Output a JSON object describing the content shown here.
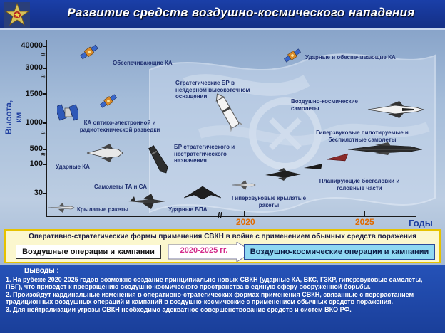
{
  "header": {
    "title": "Развитие средств воздушно-космического нападения",
    "emblem_icon": "star-emblem-icon"
  },
  "axes": {
    "y_label": "Высота, км",
    "y_ticks": [
      "40000",
      "3000",
      "1500",
      "1000",
      "500",
      "100",
      "30"
    ],
    "x_ticks": [
      "2020",
      "2025"
    ],
    "x_label": "Годы"
  },
  "categories": {
    "support_sc": "Обеспечивающие КА",
    "strike_support_sc": "Ударные и обеспечивающие КА",
    "strategic_br": "Стратегические БР в неядерном высокоточном оснащении",
    "aerospace_planes": "Воздушно-космические самолеты",
    "recon_sc": "КА оптико-электронной и радиотехнической разведки",
    "hypersonic_manned": "Гиперзвуковые пилотируемые и беспилотные самолеты",
    "strategic_warheads": "БР стратегического и нестратегического назначения",
    "strike_sc": "Ударные КА",
    "gliding": "Планирующие боеголовки и головные части",
    "ta_sa": "Самолеты ТА и СА",
    "hypersonic_cruise": "Гиперзвуковые крылатые ракеты",
    "strike_uav": "Ударные БПА",
    "cruise_missiles": "Крылатые ракеты"
  },
  "forms": {
    "title": "Оперативно-стратегические формы применения СВКН в войне с применением обычных средств поражения",
    "air_ops": "Воздушные операции и кампании",
    "period": "2020-2025 гг.",
    "aerospace_ops": "Воздушно-космические операции и кампании"
  },
  "conclusions": {
    "heading": "Выводы :",
    "items": [
      "1. На рубеже 2020-2025 годов возможно создание принципиально новых СВКН (ударные КА, ВКС, ГЗКР, гиперзвуковые самолеты, ПБГ), что приведет к превращению воздушно-космического пространства в единую сферу вооруженной борьбы.",
      "2. Произойдут кардинальные изменения в оперативно-стратегических формах применения СВКН, связанные с перерастанием традиционных воздушных операций и кампаний в воздушно-космические с применением обычных средств поражения.",
      "3. Для нейтрализации угрозы СВКН необходимо адекватное совершенствование средств и систем ВКО РФ."
    ]
  },
  "colors": {
    "header_bg": "#1a3fa8",
    "axis_year": "#e06a00",
    "period": "#d32a8a",
    "space_box": "#8fd8f2",
    "band_border": "#e6c200"
  }
}
